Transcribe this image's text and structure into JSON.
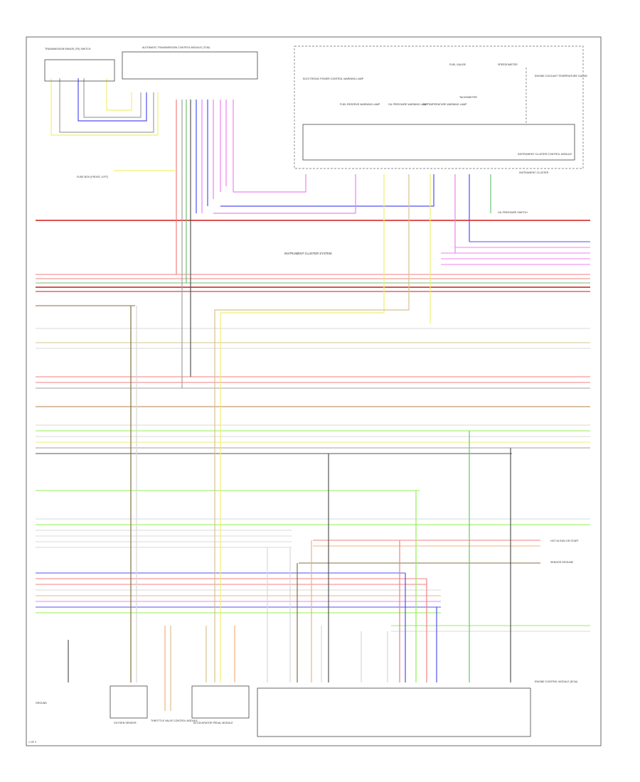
{
  "labels": {
    "trans_range_switch": "TRANSMISSION RANGE (TR) SWITCH",
    "trans_control_module": "AUTOMATIC TRANSMISSION CONTROL MODULE (TCM)",
    "fuel_gauge": "FUEL GAUGE",
    "speedometer": "SPEEDOMETER",
    "tachometer": "TACHOMETER",
    "engine_coolant_gauge": "ENGINE COOLANT TEMPERATURE GAUGE",
    "electronic_power_control": "ELECTRONIC POWER CONTROL WARNING LAMP",
    "fuel_reserve": "FUEL RESERVE WARNING LAMP",
    "oil_pressure_lamp": "OIL PRESSURE WARNING LAMP",
    "oil_pressure_lamp_2": "OIL TEMPERATURE WARNING LAMP",
    "instrument_cluster_module": "INSTRUMENT CLUSTER CONTROL MODULE",
    "instrument_cluster": "INSTRUMENT CLUSTER",
    "instrument_cluster_system": "INSTRUMENT CLUSTER SYSTEM",
    "oil_pressure_switch": "OIL PRESSURE SWITCH",
    "dash_fuse": "FUSE BOX (FRONT, LEFT)",
    "left_ground": "GROUND",
    "hot_run": "HOT IN RUN OR START",
    "o2_sensor": "OXYGEN SENSOR",
    "throttle_motor": "THROTTLE VALVE CONTROL MODULE",
    "accel_pedal": "ACCELERATOR PEDAL MODULE",
    "ecm": "ENGINE CONTROL MODULE (ECM)",
    "sensor_ground": "SENSOR GROUND",
    "sheet": "1 OF 2"
  },
  "colors": {
    "red": "#f28080",
    "red_dark": "#d11a1a",
    "pink": "#f080f0",
    "blue": "#5050f0",
    "yellow": "#f0f070",
    "green": "#70c070",
    "lime": "#90f050",
    "gray": "#a0a0a0",
    "dark_gray": "#555555",
    "tan": "#d8c090",
    "brown": "#b08050",
    "olive": "#807040",
    "orange": "#f0b080",
    "black": "#333333",
    "light": "#d8d8d8"
  }
}
